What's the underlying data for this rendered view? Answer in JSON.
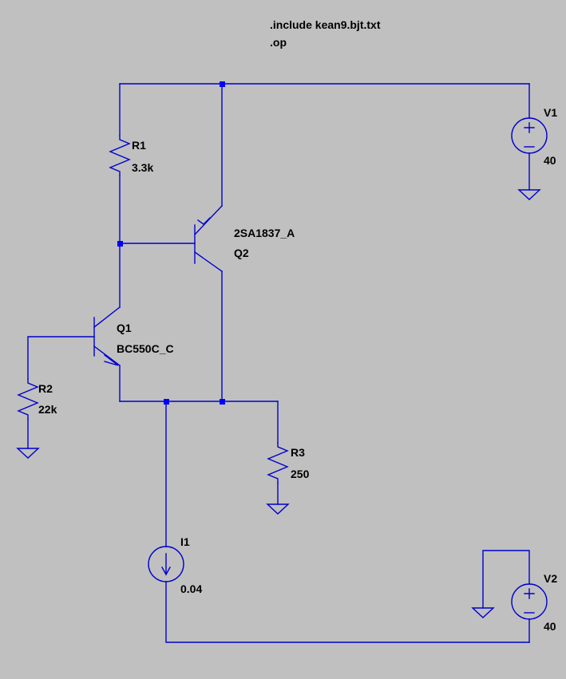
{
  "directives": [
    ".include kean9.bjt.txt",
    ".op"
  ],
  "colors": {
    "background": "#c0c0c0",
    "wire": "#0000d0",
    "symbol": "#0000d0",
    "junction": "#0000ff",
    "text": "#000000"
  },
  "components": {
    "r1": {
      "name": "R1",
      "value": "3.3k"
    },
    "r2": {
      "name": "R2",
      "value": "22k"
    },
    "r3": {
      "name": "R3",
      "value": "250"
    },
    "q1": {
      "name": "Q1",
      "model": "BC550C_C"
    },
    "q2": {
      "name": "Q2",
      "model": "2SA1837_A"
    },
    "v1": {
      "name": "V1",
      "value": "40"
    },
    "v2": {
      "name": "V2",
      "value": "40"
    },
    "i1": {
      "name": "I1",
      "value": "0.04"
    }
  }
}
